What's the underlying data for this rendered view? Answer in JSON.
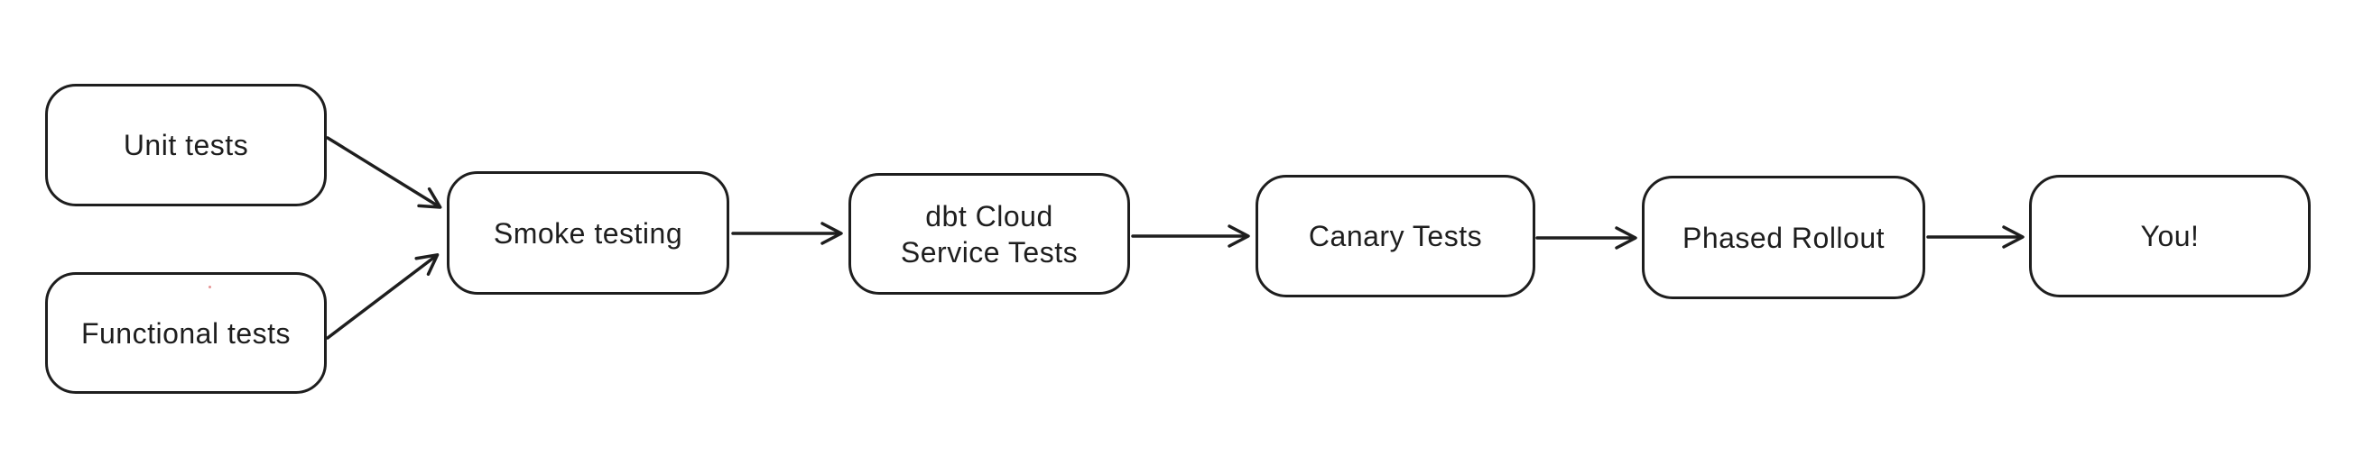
{
  "diagram": {
    "background_color": "#ffffff",
    "stroke_color": "#1e1e1e",
    "nodes": [
      {
        "id": "unit-tests",
        "label": "Unit tests"
      },
      {
        "id": "functional-tests",
        "label": "Functional tests"
      },
      {
        "id": "smoke-testing",
        "label": "Smoke testing"
      },
      {
        "id": "dbt-cloud-service-tests",
        "label": "dbt Cloud\nService Tests"
      },
      {
        "id": "canary-tests",
        "label": "Canary Tests"
      },
      {
        "id": "phased-rollout",
        "label": "Phased Rollout"
      },
      {
        "id": "you",
        "label": "You!"
      }
    ],
    "edges": [
      {
        "from": "Unit tests",
        "to": "Smoke testing"
      },
      {
        "from": "Functional tests",
        "to": "Smoke testing"
      },
      {
        "from": "Smoke testing",
        "to": "dbt Cloud Service Tests"
      },
      {
        "from": "dbt Cloud Service Tests",
        "to": "Canary Tests"
      },
      {
        "from": "Canary Tests",
        "to": "Phased Rollout"
      },
      {
        "from": "Phased Rollout",
        "to": "You!"
      }
    ]
  }
}
